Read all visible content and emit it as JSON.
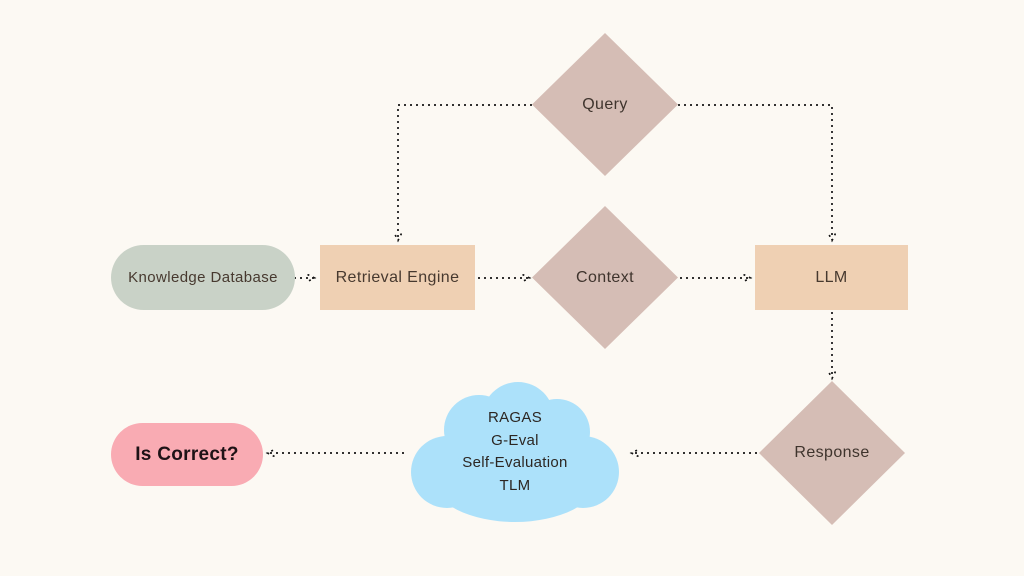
{
  "diagram": {
    "description": "RAG pipeline evaluation flowchart",
    "nodes": {
      "query": {
        "label": "Query",
        "shape": "diamond"
      },
      "knowledge_database": {
        "label": "Knowledge Database",
        "shape": "pill"
      },
      "retrieval_engine": {
        "label": "Retrieval Engine",
        "shape": "rect"
      },
      "context": {
        "label": "Context",
        "shape": "diamond"
      },
      "llm": {
        "label": "LLM",
        "shape": "rect"
      },
      "response": {
        "label": "Response",
        "shape": "diamond"
      },
      "evaluators": {
        "shape": "cloud",
        "lines": [
          "RAGAS",
          "G-Eval",
          "Self-Evaluation",
          "TLM"
        ]
      },
      "is_correct": {
        "label": "Is Correct?",
        "shape": "pill"
      }
    },
    "edges": [
      {
        "from": "query",
        "to": "retrieval_engine",
        "style": "dotted"
      },
      {
        "from": "query",
        "to": "llm",
        "style": "dotted"
      },
      {
        "from": "knowledge_database",
        "to": "retrieval_engine",
        "style": "dotted"
      },
      {
        "from": "retrieval_engine",
        "to": "context",
        "style": "dotted"
      },
      {
        "from": "context",
        "to": "llm",
        "style": "dotted"
      },
      {
        "from": "llm",
        "to": "response",
        "style": "dotted"
      },
      {
        "from": "response",
        "to": "evaluators",
        "style": "dotted"
      },
      {
        "from": "evaluators",
        "to": "is_correct",
        "style": "dotted"
      }
    ],
    "colors": {
      "background": "#fcf9f3",
      "diamond_fill": "#d5bdb5",
      "rect_fill": "#efd0b3",
      "knowledge_pill_fill": "#c9d2c7",
      "is_correct_pill_fill": "#f9abb3",
      "cloud_fill": "#ace1fa",
      "connector": "#151515",
      "label_text": "#47392f",
      "is_correct_text": "#1e1216"
    }
  }
}
